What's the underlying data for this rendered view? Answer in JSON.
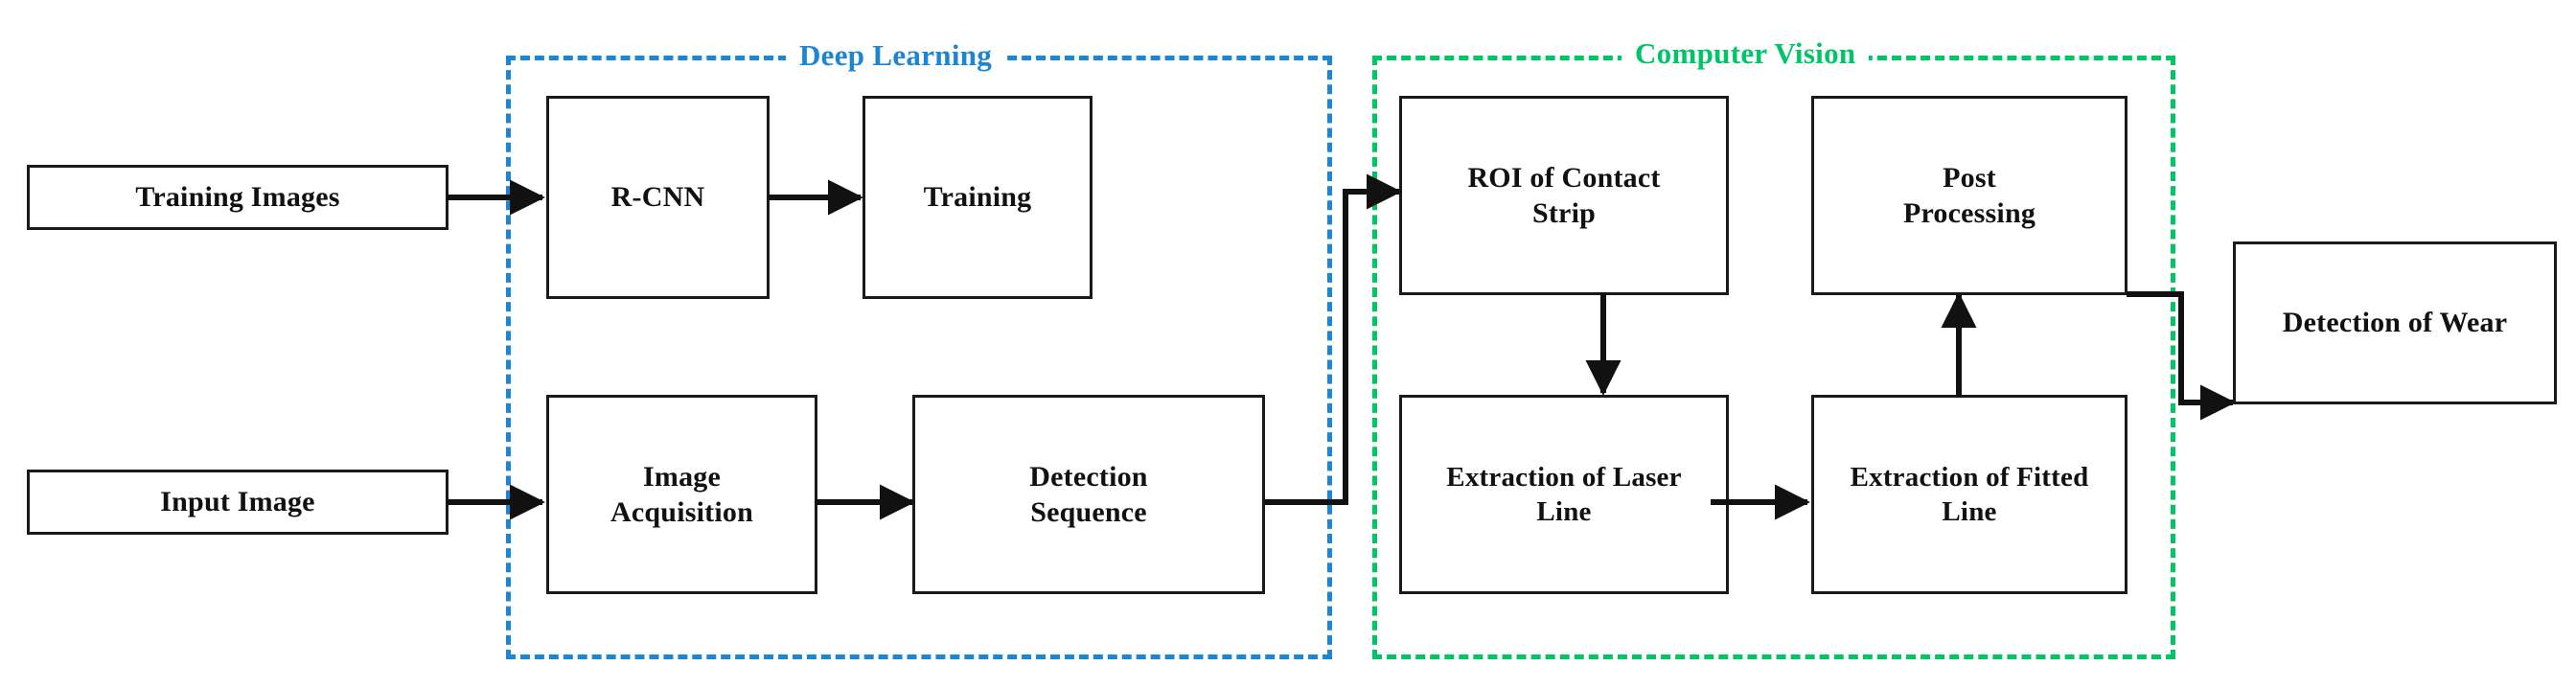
{
  "diagram": {
    "title": "Wear detection pipeline flowchart",
    "groups": [
      {
        "id": "deep-learning",
        "label": "Deep Learning",
        "color": "#1c86d4"
      },
      {
        "id": "computer-vision",
        "label": "Computer Vision",
        "color": "#00c566"
      }
    ],
    "nodes": [
      {
        "id": "training-images",
        "label": "Training Images"
      },
      {
        "id": "input-image",
        "label": "Input Image"
      },
      {
        "id": "r-cnn",
        "label": "R-CNN"
      },
      {
        "id": "training",
        "label": "Training"
      },
      {
        "id": "image-acquisition",
        "label": "Image\nAcquisition"
      },
      {
        "id": "detection-sequence",
        "label": "Detection\nSequence"
      },
      {
        "id": "roi-of-contact-strip",
        "label": "ROI of Contact\nStrip"
      },
      {
        "id": "post-processing",
        "label": "Post\nProcessing"
      },
      {
        "id": "extraction-laser-line",
        "label": "Extraction of Laser\nLine"
      },
      {
        "id": "extraction-fitted-line",
        "label": "Extraction of Fitted\nLine"
      },
      {
        "id": "detection-of-wear",
        "label": "Detection of Wear"
      }
    ],
    "edges": [
      {
        "from": "training-images",
        "to": "r-cnn"
      },
      {
        "from": "r-cnn",
        "to": "training"
      },
      {
        "from": "input-image",
        "to": "image-acquisition"
      },
      {
        "from": "image-acquisition",
        "to": "detection-sequence"
      },
      {
        "from": "detection-sequence",
        "to": "roi-of-contact-strip"
      },
      {
        "from": "roi-of-contact-strip",
        "to": "extraction-laser-line"
      },
      {
        "from": "extraction-laser-line",
        "to": "extraction-fitted-line"
      },
      {
        "from": "extraction-fitted-line",
        "to": "post-processing"
      },
      {
        "from": "post-processing",
        "to": "detection-of-wear"
      }
    ]
  }
}
